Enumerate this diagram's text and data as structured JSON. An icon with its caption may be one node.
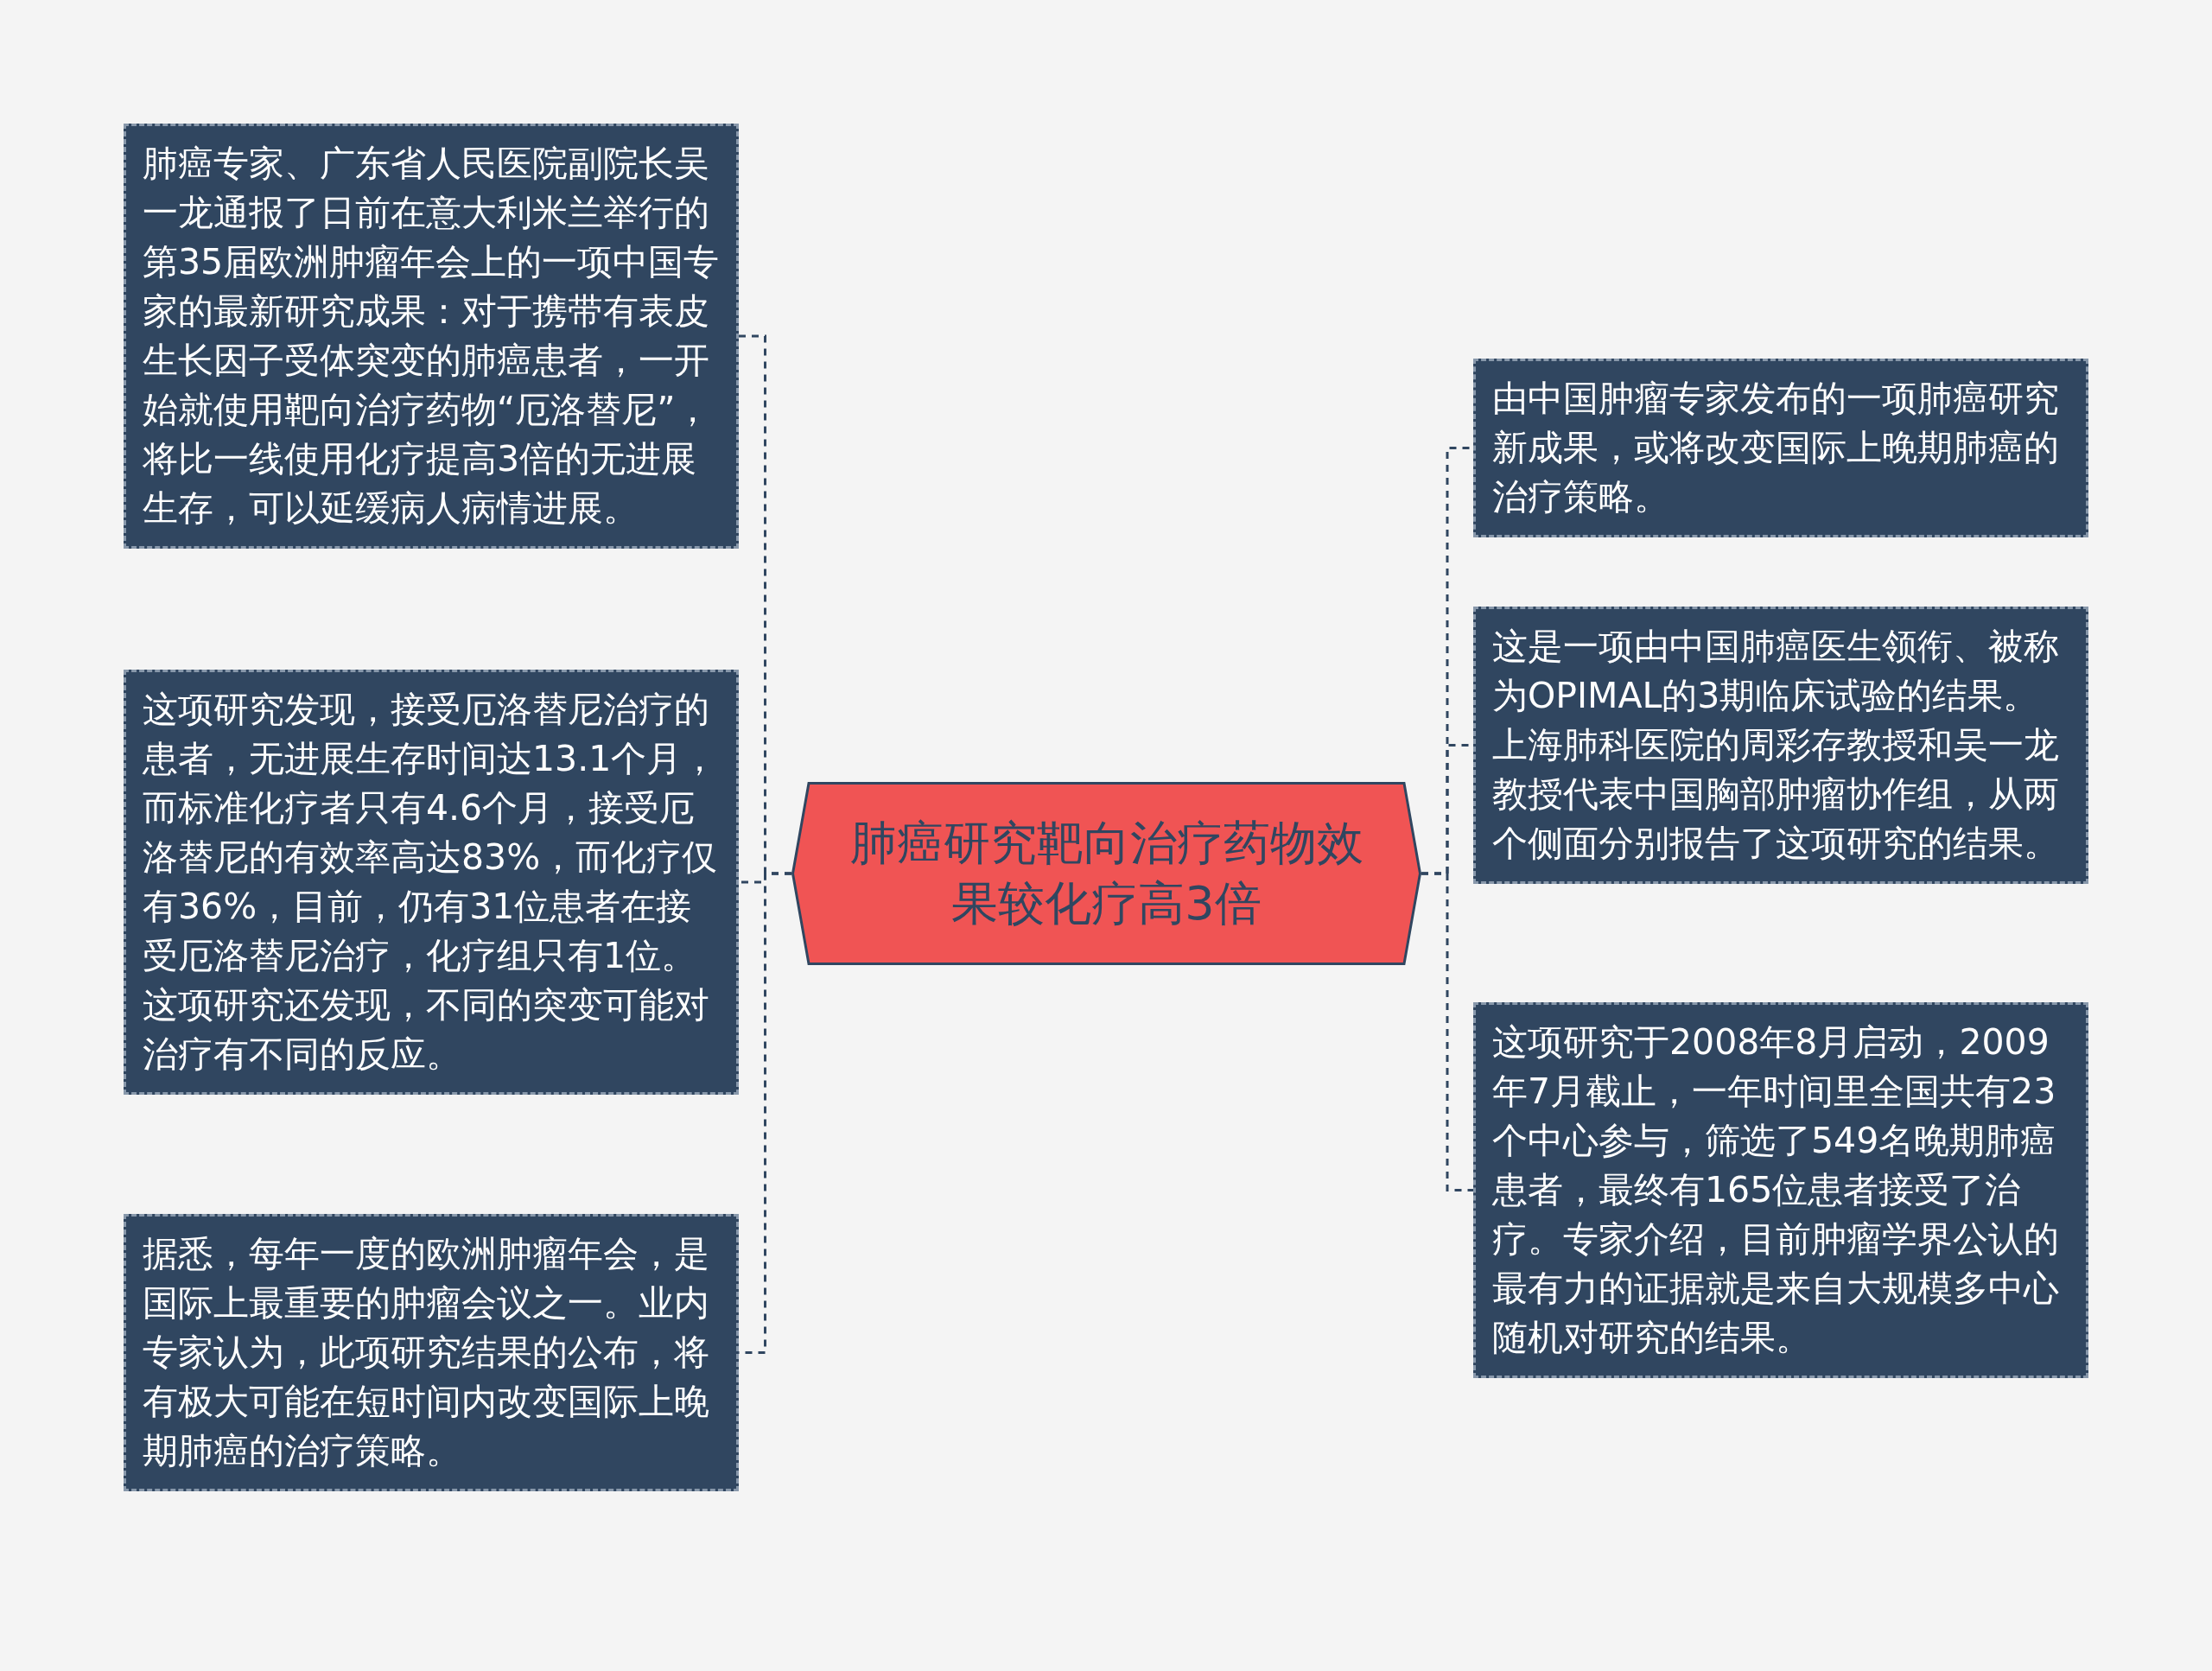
{
  "diagram": {
    "nodes": [
      {
        "text": [
          "肺癌研究靶向治疗药物效果较化疗高3倍"
        ]
      },
      {
        "text": [
          "肺癌专家、广东省人民医院副院长吴一龙通报了日前在意大利米兰举行的第35届欧洲肿瘤年会上的一项中国专家的最新研究成果：对于携带有表皮生长因子受体突变的肺癌患者，一开始就使用靶向治疗药物“厄洛替尼”，将比一线使用化疗提高3倍的无进展生存，可以延缓病人病情进展。"
        ]
      },
      {
        "text": [
          "这项研究发现，接受厄洛替尼治疗的患者，无进展生存时间达13.1个月，而标准化疗者只有4.6个月，接受厄洛替尼的有效率高达83%，而化疗仅有36%，目前，仍有31位患者在接受厄洛替尼治疗，化疗组只有1位。这项研究还发现，不同的突变可能对治疗有不同的反应。"
        ]
      },
      {
        "text": [
          "据悉，每年一度的欧洲肿瘤年会，是国际上最重要的肿瘤会议之一。业内专家认为，此项研究结果的公布，将有极大可能在短时间内改变国际上晚期肺癌的治疗策略。"
        ]
      },
      {
        "text": [
          "由中国肿瘤专家发布的一项肺癌研究新成果，或将改变国际上晚期肺癌的治疗策略。"
        ]
      },
      {
        "text": [
          "这是一项由中国肺癌医生领衔、被称为OPIMAL的3期临床试验的结果。上海肺科医院的周彩存教授和吴一龙教授代表中国胸部肿瘤协作组，从两个侧面分别报告了这项研究的结果。"
        ]
      },
      {
        "text": [
          "这项研究于2008年8月启动，2009年7月截止，一年时间里全国共有23个中心参与，筛选了549名晚期肺癌患者，最终有165位患者接受了治疗。专家介绍，目前肿瘤学界公认的最有力的证据就是来自大规模多中心随机对研究的结果。"
        ]
      }
    ],
    "edges": [
      {
        "from": 0,
        "to": 1,
        "arrow": "none",
        "style": "dashed"
      },
      {
        "from": 0,
        "to": 2,
        "arrow": "none",
        "style": "dashed"
      },
      {
        "from": 0,
        "to": 3,
        "arrow": "none",
        "style": "dashed"
      },
      {
        "from": 0,
        "to": 4,
        "arrow": "none",
        "style": "dashed"
      },
      {
        "from": 0,
        "to": 5,
        "arrow": "none",
        "style": "dashed"
      },
      {
        "from": 0,
        "to": 6,
        "arrow": "none",
        "style": "dashed"
      }
    ]
  }
}
